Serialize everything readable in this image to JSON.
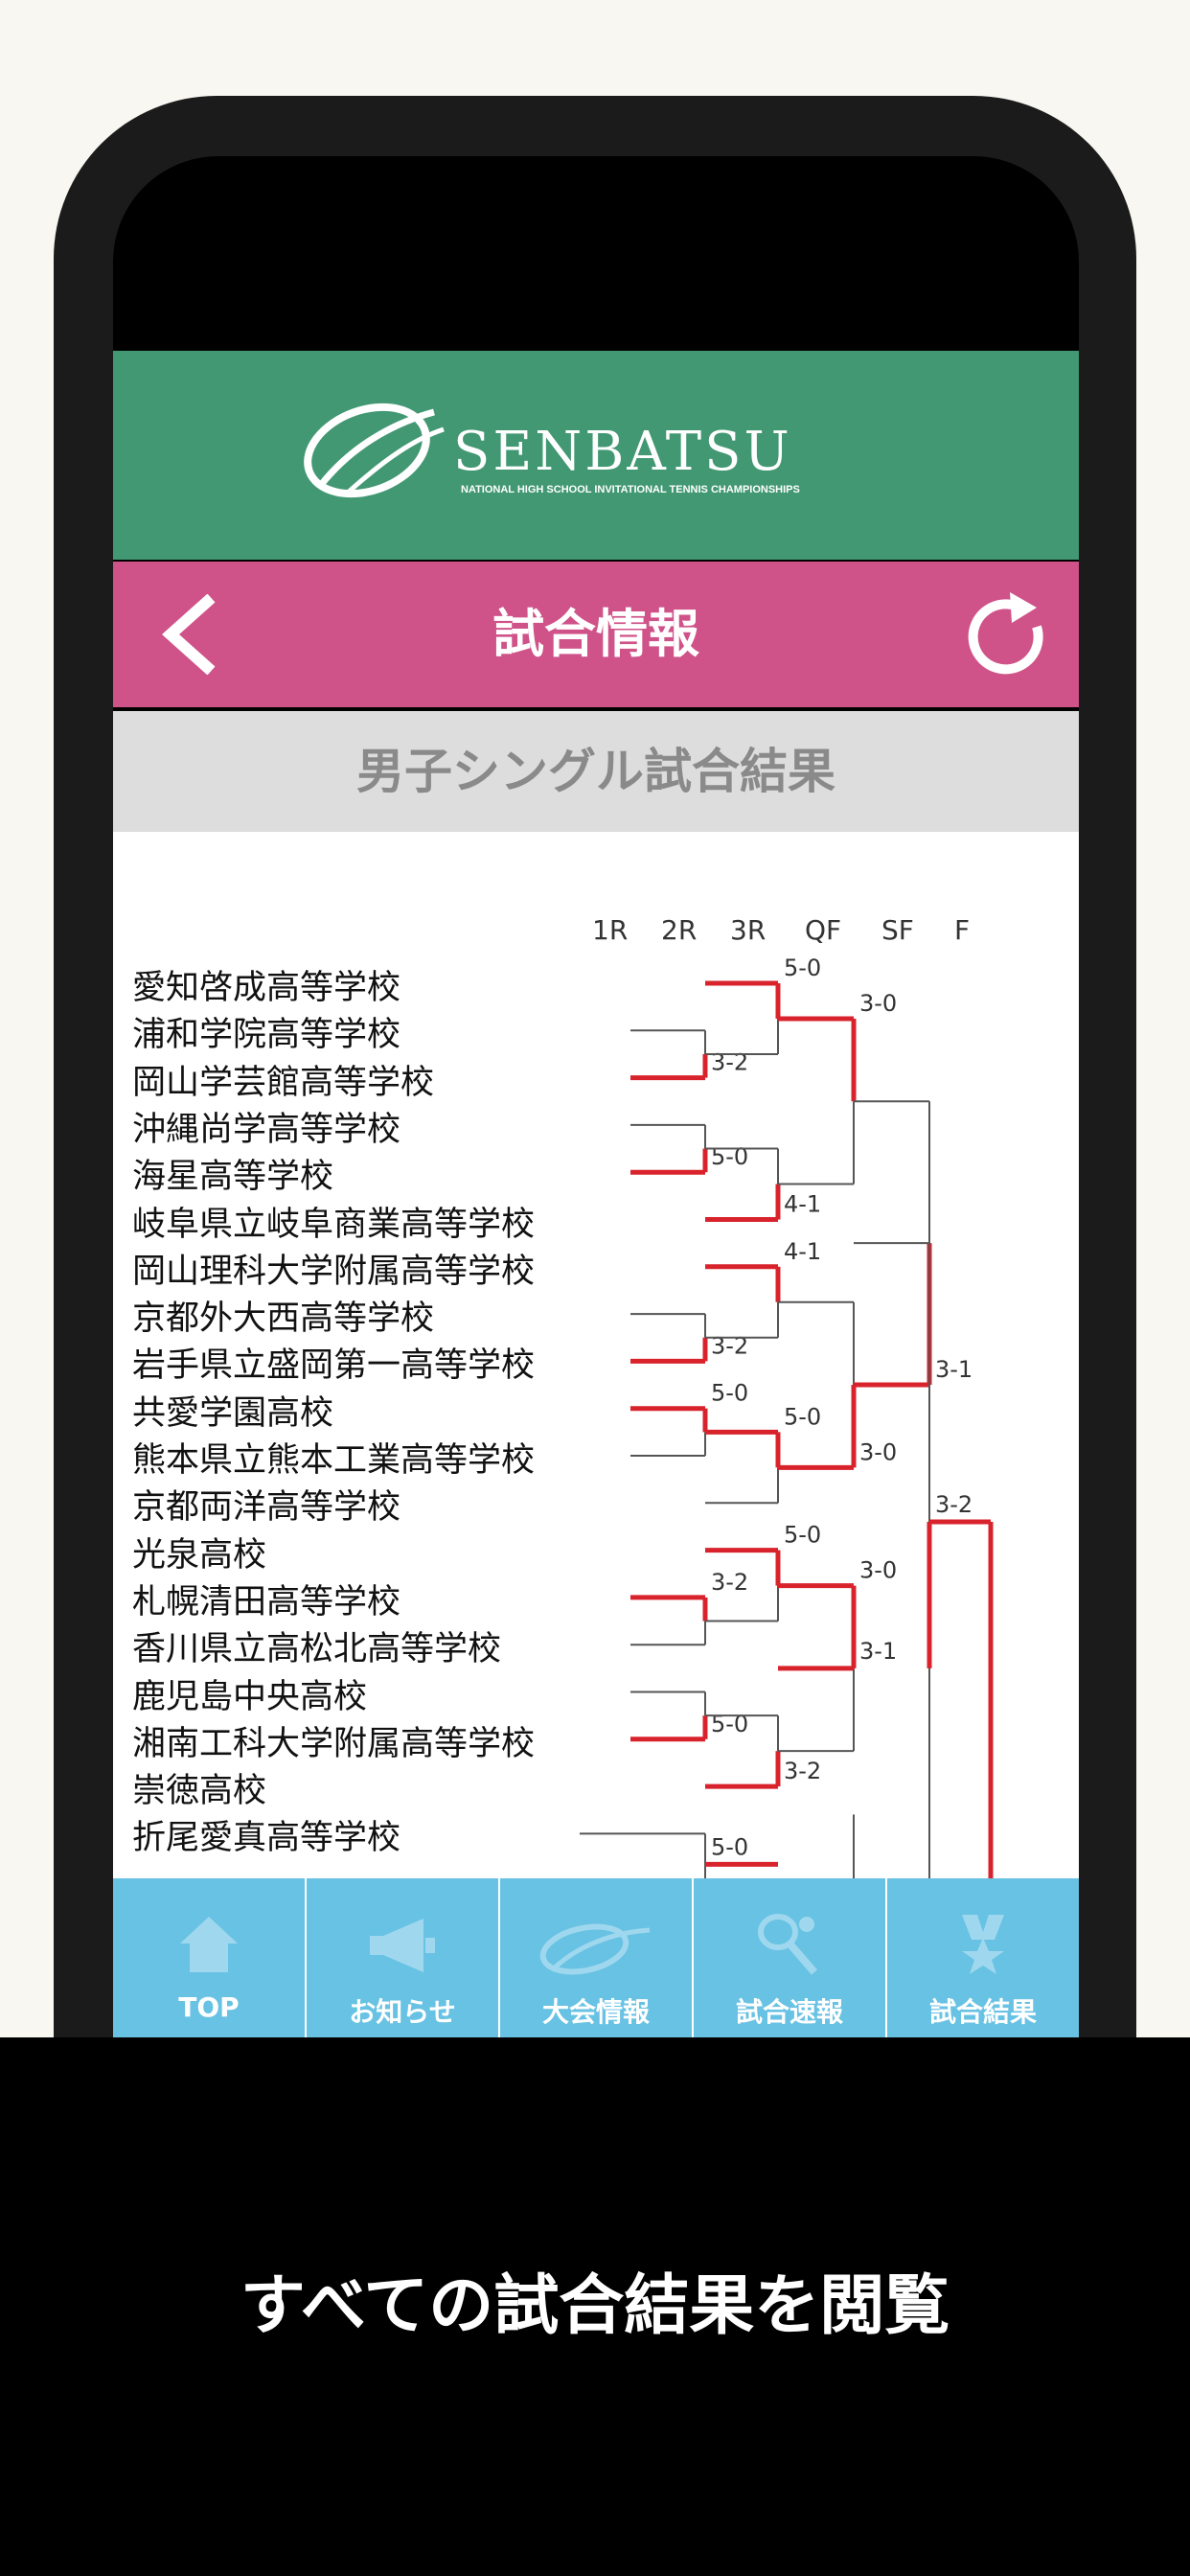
{
  "app": {
    "logo_text": "SENBATSU",
    "logo_subtext": "NATIONAL HIGH SCHOOL INVITATIONAL TENNIS CHAMPIONSHIPS",
    "header_title": "試合情報",
    "section_title": "男子シングル試合結果",
    "colors": {
      "appbar": "#429873",
      "titlebar": "#cf5288",
      "tabbar": "#68c2e3",
      "winner_line": "#d9232c"
    }
  },
  "bracket": {
    "rounds": [
      "1R",
      "2R",
      "3R",
      "QF",
      "SF",
      "F"
    ],
    "players": [
      "愛知啓成高等学校",
      "浦和学院高等学校",
      "岡山学芸館高等学校",
      "沖縄尚学高等学校",
      "海星高等学校",
      "岐阜県立岐阜商業高等学校",
      "岡山理科大学附属高等学校",
      "京都外大西高等学校",
      "岩手県立盛岡第一高等学校",
      "共愛学園高校",
      "熊本県立熊本工業高等学校",
      "京都両洋高等学校",
      "光泉高校",
      "札幌清田高等学校",
      "香川県立高松北高等学校",
      "鹿児島中央高校",
      "湘南工科大学附属高等学校",
      "崇徳高校",
      "折尾愛真高等学校"
    ],
    "scores": {
      "r1": [
        "3-2",
        "5-0",
        "3-2",
        "5-0",
        "3-2",
        "5-0"
      ],
      "r2": [
        "5-0",
        "4-1",
        "4-1",
        "5-0",
        "5-0",
        "3-2",
        "5-0"
      ],
      "r3": [
        "3-0",
        "3-0",
        "3-0"
      ],
      "qf": [
        "3-1",
        "3-1"
      ],
      "sf": [
        "3-2"
      ]
    }
  },
  "tabs": [
    {
      "label": "TOP",
      "icon": "home-icon"
    },
    {
      "label": "お知らせ",
      "icon": "megaphone-icon"
    },
    {
      "label": "大会情報",
      "icon": "tournament-logo-icon"
    },
    {
      "label": "試合速報",
      "icon": "tennis-racket-icon"
    },
    {
      "label": "試合結果",
      "icon": "medal-icon"
    }
  ],
  "caption": "すべての試合結果を閲覧"
}
